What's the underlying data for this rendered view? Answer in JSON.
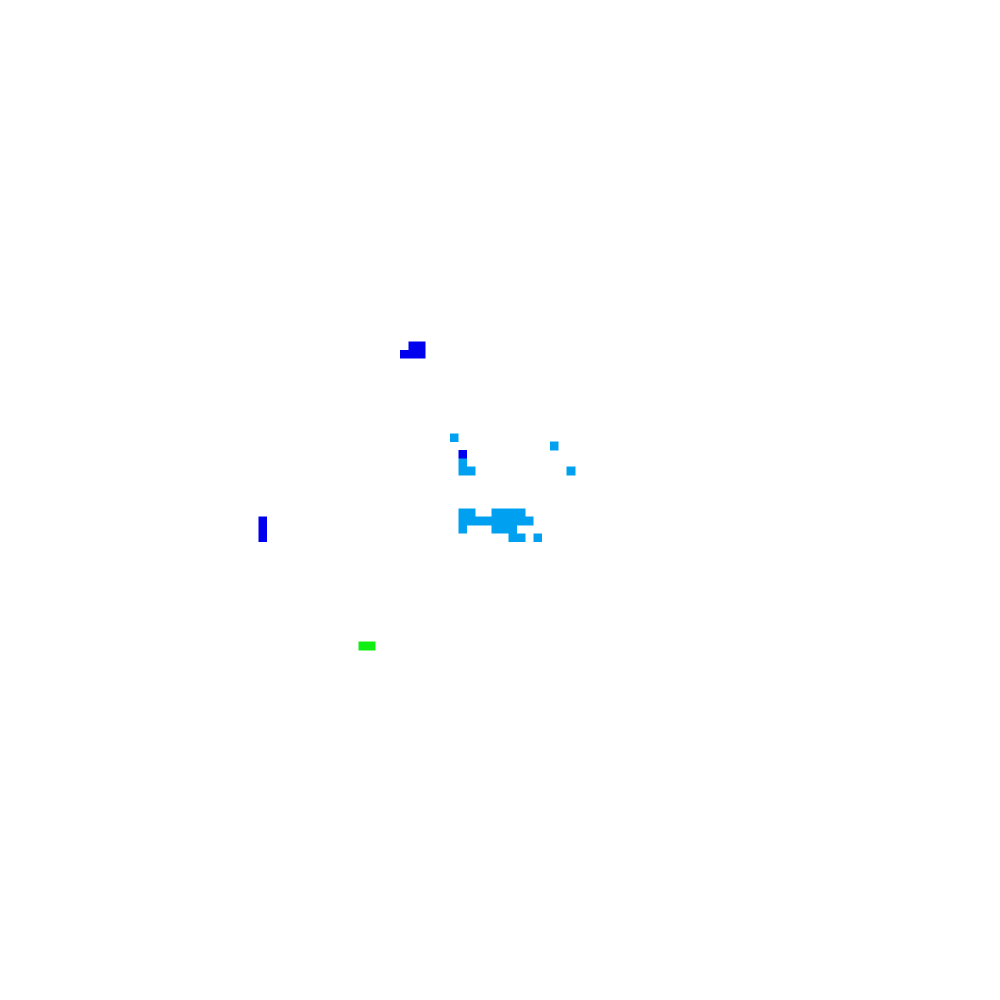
{
  "background_color": "#ffffff",
  "palette": {
    "dark_blue": "#0000ee",
    "light_blue": "#00a0f0",
    "green": "#11ee11"
  },
  "clusters": [
    {
      "name": "dark-blue-cluster",
      "color": "dark_blue",
      "cell_count": 5
    },
    {
      "name": "dark-blue-cluster",
      "color": "dark_blue",
      "cell_count": 1
    },
    {
      "name": "dark-blue-cluster",
      "color": "dark_blue",
      "cell_count": 3
    },
    {
      "name": "light-blue-cluster",
      "color": "light_blue",
      "cell_count": 1
    },
    {
      "name": "light-blue-cluster",
      "color": "light_blue",
      "cell_count": 1
    },
    {
      "name": "light-blue-cluster",
      "color": "light_blue",
      "cell_count": 3
    },
    {
      "name": "light-blue-cluster",
      "color": "light_blue",
      "cell_count": 1
    },
    {
      "name": "light-blue-cluster",
      "color": "light_blue",
      "cell_count": 22
    },
    {
      "name": "green-cluster",
      "color": "green",
      "cell_count": 2
    }
  ]
}
